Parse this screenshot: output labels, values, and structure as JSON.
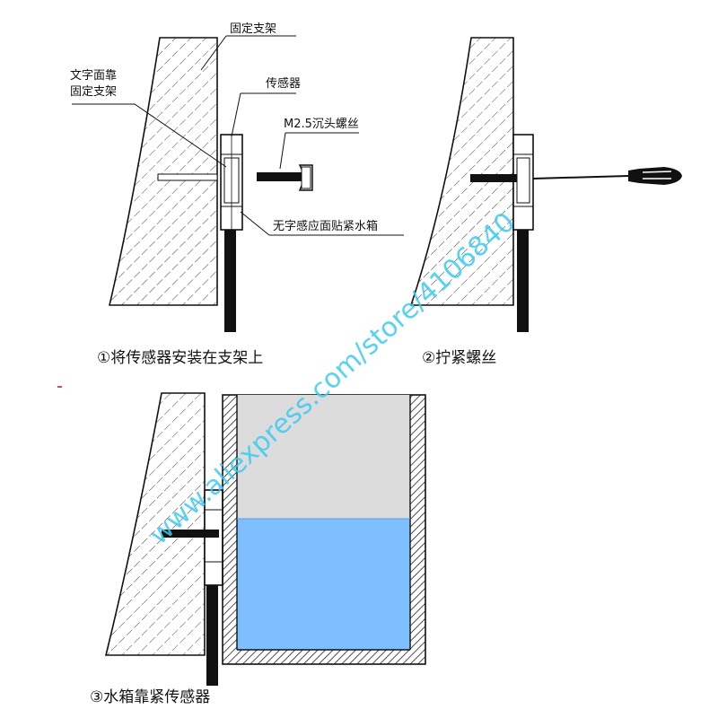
{
  "panel1": {
    "label_bracket": "固定支架",
    "label_text_face_line1": "文字面靠",
    "label_text_face_line2": "固定支架",
    "label_sensor": "传感器",
    "label_screw": "M2.5沉头螺丝",
    "label_back_face": "无字感应面贴紧水箱",
    "caption": "①将传感器安装在支架上"
  },
  "panel2": {
    "caption": "②拧紧螺丝"
  },
  "panel3": {
    "caption": "③水箱靠紧传感器"
  },
  "watermark": "www.aliexpress.com/store/4106840",
  "colors": {
    "water": "#80bfff",
    "tank_air": "#dcdcdc",
    "hatch": "#333333",
    "watermark": "#3ccbf0"
  }
}
